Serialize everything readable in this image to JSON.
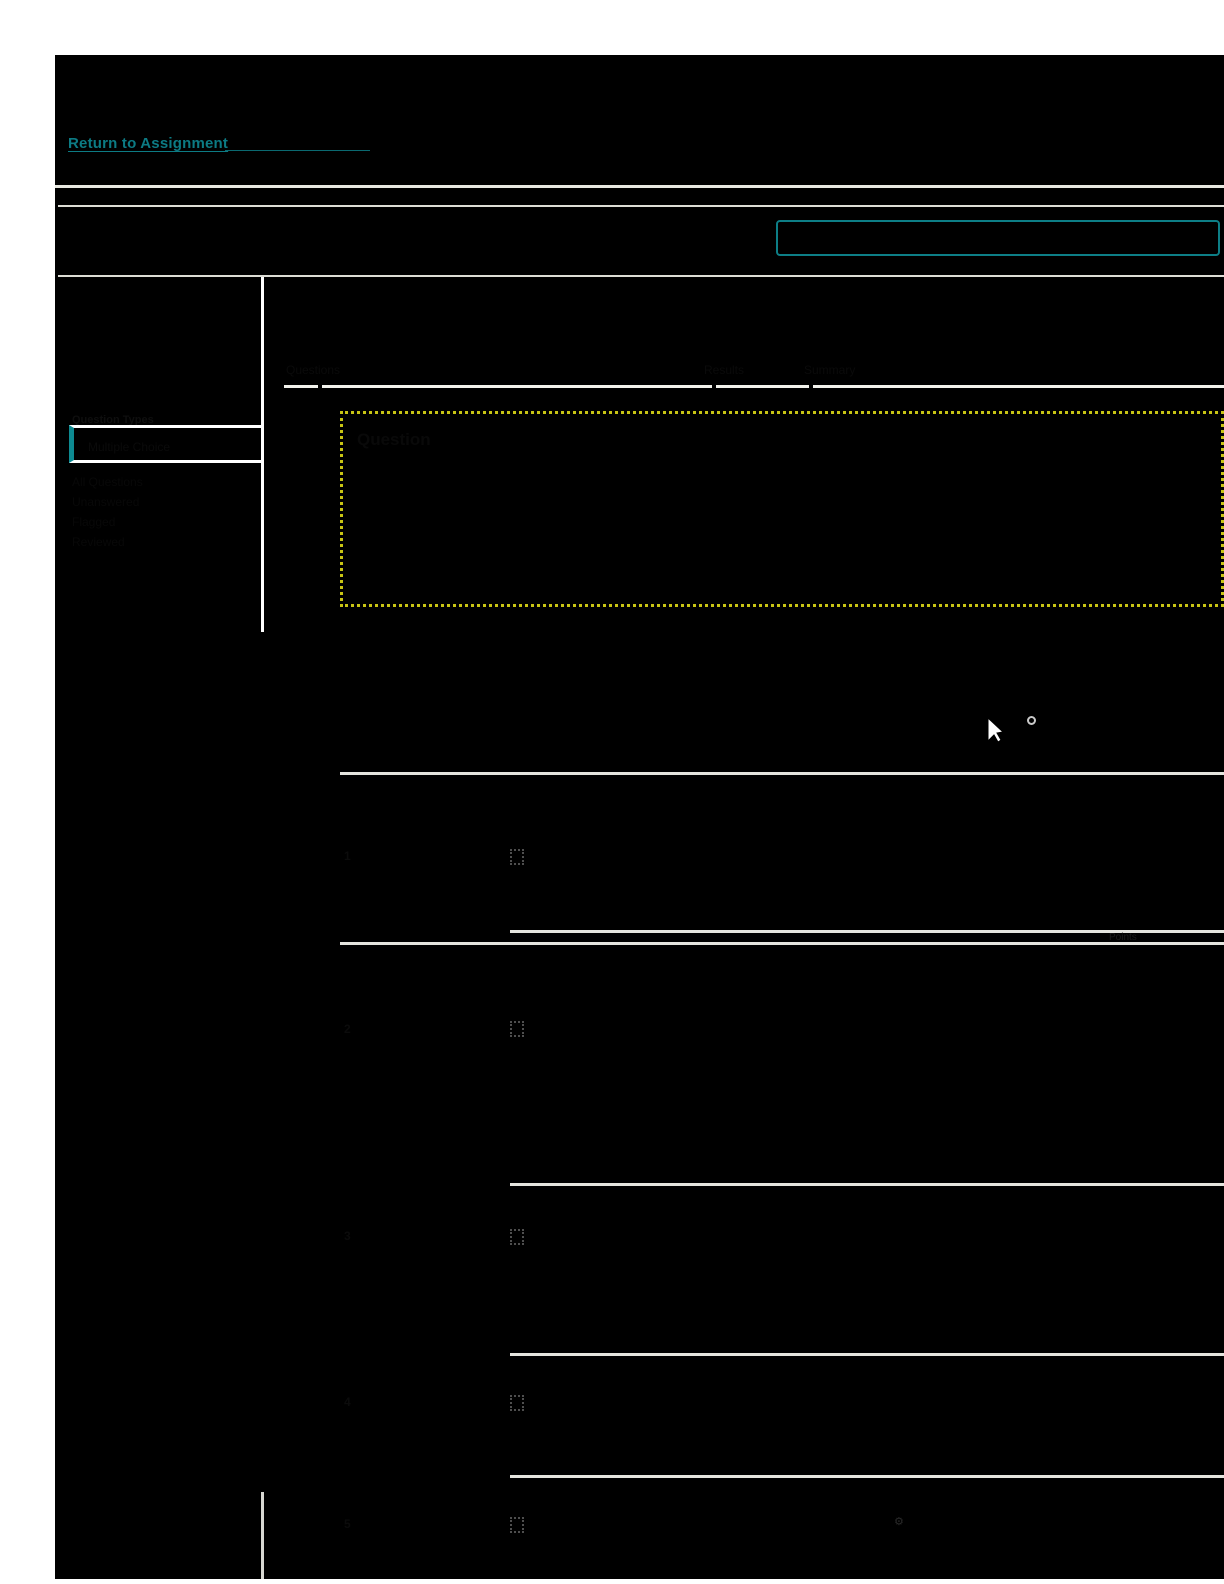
{
  "page": {
    "background": "#000000",
    "accent_teal": "#0d7e86",
    "focus_yellow": "#c8c414",
    "rule_white": "#e8e8e0"
  },
  "header": {
    "return_link": "Return to Assignment"
  },
  "toolbar": {
    "search_value": "",
    "search_placeholder": ""
  },
  "sidebar": {
    "heading": "Question Types",
    "active_item": "Multiple Choice",
    "items": [
      {
        "label": "All Questions"
      },
      {
        "label": "Unanswered"
      },
      {
        "label": "Flagged"
      },
      {
        "label": "Reviewed"
      }
    ]
  },
  "main": {
    "tabs": [
      {
        "label": "Questions"
      },
      {
        "label": "Results"
      },
      {
        "label": "Summary"
      }
    ],
    "focus_panel": {
      "heading": "Question",
      "body": "",
      "link_label": "",
      "footnote": ""
    },
    "rows": [
      {
        "number": "1",
        "rule_text": "",
        "text": "",
        "meta": ""
      },
      {
        "number": "2",
        "rule_text": "",
        "text": "",
        "meta": "Points"
      },
      {
        "number": "3",
        "rule_text": "",
        "text": "",
        "meta": ""
      },
      {
        "number": "4",
        "rule_text": "",
        "text": "",
        "meta": ""
      },
      {
        "number": "5",
        "rule_text": "",
        "text": "",
        "meta": ""
      }
    ]
  },
  "icons": {
    "cursor": "mouse-cursor",
    "ring": "radio-ring-icon",
    "question_mark": "question-marker-icon"
  }
}
